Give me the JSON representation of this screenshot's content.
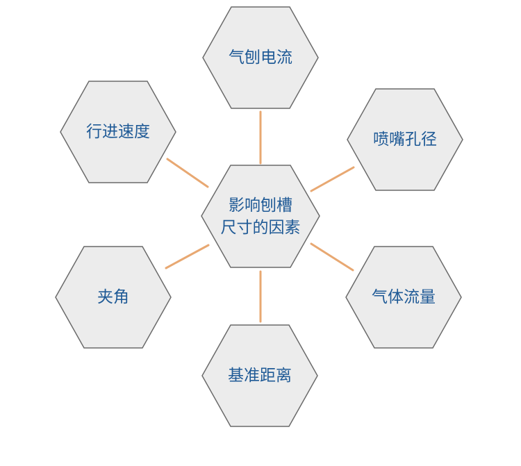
{
  "diagram": {
    "colors": {
      "hex_fill": "#ececec",
      "hex_stroke": "#6a6a6a",
      "text": "#1f5a96",
      "connector": "#e8a872",
      "background": "#ffffff"
    },
    "center": {
      "line1": "影响刨槽",
      "line2": "尺寸的因素"
    },
    "factors": [
      {
        "id": "top",
        "label": "气刨电流"
      },
      {
        "id": "right-top",
        "label": "喷嘴孔径"
      },
      {
        "id": "right-bottom",
        "label": "气体流量"
      },
      {
        "id": "bottom",
        "label": "基准距离"
      },
      {
        "id": "left-bottom",
        "label": "夹角"
      },
      {
        "id": "left-top",
        "label": "行进速度"
      }
    ]
  }
}
